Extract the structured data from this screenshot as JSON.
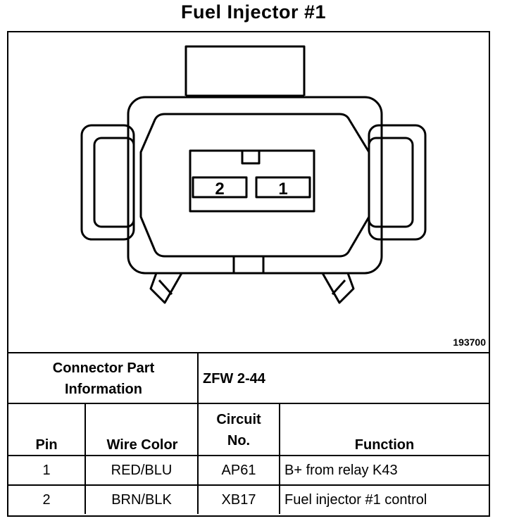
{
  "title": "Fuel Injector #1",
  "diagram": {
    "figure_number": "193700",
    "pins": [
      {
        "label": "2"
      },
      {
        "label": "1"
      }
    ]
  },
  "part_info": {
    "label_line1": "Connector Part",
    "label_line2": "Information",
    "value": "ZFW 2-44"
  },
  "table": {
    "headers": {
      "pin": "Pin",
      "wire_color": "Wire Color",
      "circuit_line1": "Circuit",
      "circuit_line2": "No.",
      "function": "Function"
    },
    "rows": [
      {
        "pin": "1",
        "wire_color": "RED/BLU",
        "circuit": "AP61",
        "function": "B+ from relay K43"
      },
      {
        "pin": "2",
        "wire_color": "BRN/BLK",
        "circuit": "XB17",
        "function": "Fuel injector #1 control"
      }
    ]
  }
}
